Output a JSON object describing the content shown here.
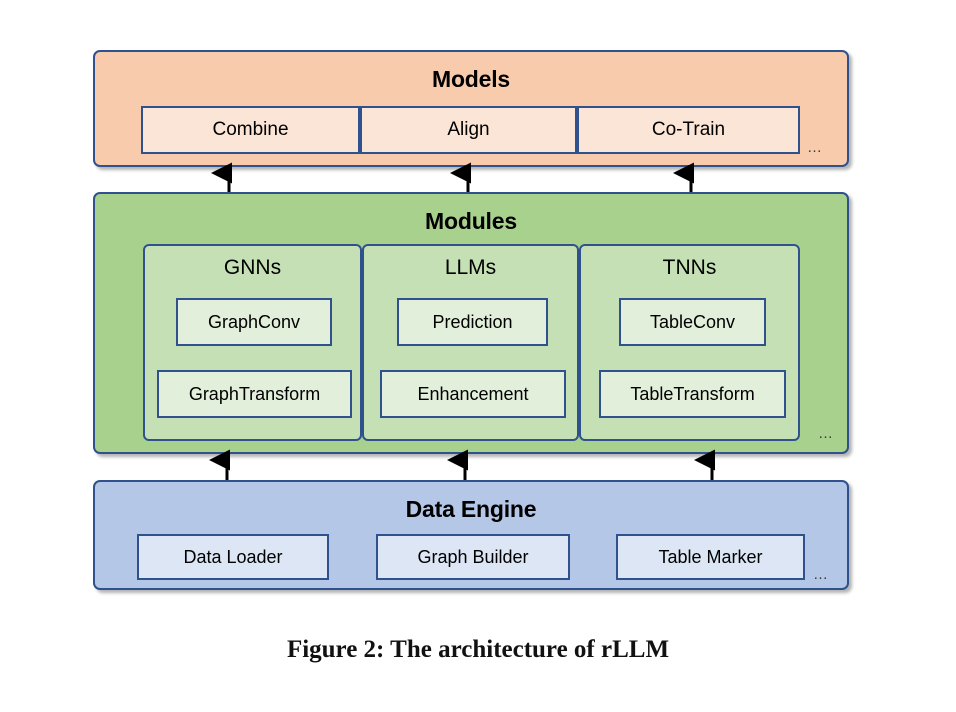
{
  "figure": {
    "caption": "Figure 2: The architecture of rLLM",
    "ellipsis": "…"
  },
  "colors": {
    "models_fill": "#F8CBAD",
    "models_cell_fill": "#FBE5D6",
    "modules_fill": "#A9D18E",
    "modules_group_fill": "#C5E0B4",
    "modules_item_fill": "#E2EFDA",
    "data_engine_fill": "#B4C7E7",
    "data_engine_cell_fill": "#DCE6F5",
    "border": "#2F528F",
    "arrow": "#000000"
  },
  "layers": {
    "models": {
      "title": "Models",
      "cells": [
        {
          "label": "Combine"
        },
        {
          "label": "Align"
        },
        {
          "label": "Co-Train"
        }
      ],
      "ellipsis": "…"
    },
    "modules": {
      "title": "Modules",
      "groups": [
        {
          "title": "GNNs",
          "items": [
            {
              "label": "GraphConv"
            },
            {
              "label": "GraphTransform"
            }
          ]
        },
        {
          "title": "LLMs",
          "items": [
            {
              "label": "Prediction"
            },
            {
              "label": "Enhancement"
            }
          ]
        },
        {
          "title": "TNNs",
          "items": [
            {
              "label": "TableConv"
            },
            {
              "label": "TableTransform"
            }
          ]
        }
      ],
      "ellipsis": "…"
    },
    "data_engine": {
      "title": "Data Engine",
      "cells": [
        {
          "label": "Data Loader"
        },
        {
          "label": "Graph Builder"
        },
        {
          "label": "Table Marker"
        }
      ],
      "ellipsis": "…"
    }
  },
  "arrows": {
    "top": {
      "direction": "up",
      "from": "Modules",
      "to": "Models",
      "count": 3
    },
    "bottom": {
      "direction": "up",
      "from": "Data Engine",
      "to": "Modules",
      "count": 3
    }
  }
}
